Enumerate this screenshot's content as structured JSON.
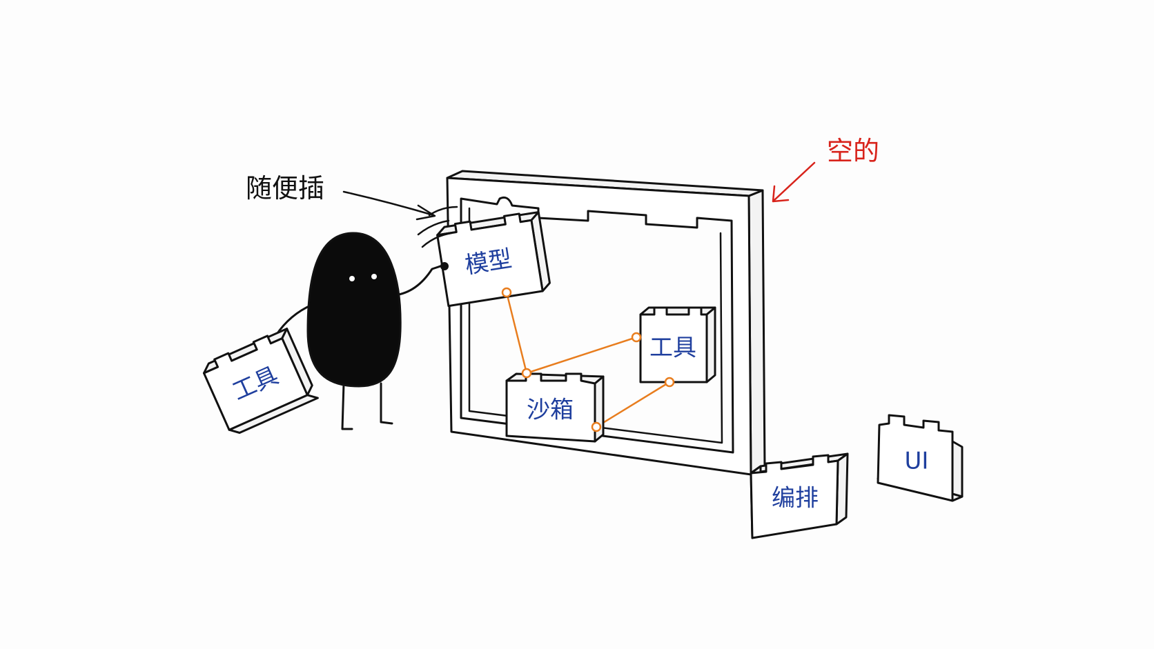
{
  "colors": {
    "block_label": "#1f3f9e",
    "connector": "#e87d1e",
    "annotation_empty": "#d8231b",
    "ink": "#111111"
  },
  "annotations": {
    "plug_anywhere": "随便插",
    "empty": "空的"
  },
  "blocks": {
    "model": "模型",
    "tool_in_frame": "工具",
    "sandbox": "沙箱",
    "tool_in_hand": "工具",
    "orchestration": "编排",
    "ui": "UI"
  }
}
